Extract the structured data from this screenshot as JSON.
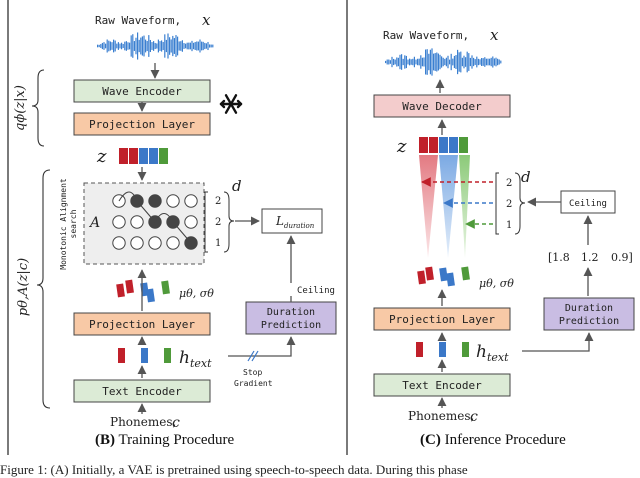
{
  "training": {
    "raw_waveform_label": "Raw Waveform,",
    "raw_waveform_var": "x",
    "wave_encoder": "Wave Encoder",
    "projection_layer_top": "Projection Layer",
    "q_label": "qϕ(z|x)",
    "z_label": "z",
    "mas_label_line1": "Monotonic Alignment",
    "mas_label_line2": "search",
    "A_label": "A",
    "d_label": "d",
    "d_values": [
      "2",
      "2",
      "1"
    ],
    "l_duration": "L",
    "l_duration_sub": "duration",
    "ceiling": "Ceiling",
    "mu_sigma": "μθ, σθ",
    "projection_layer_bottom": "Projection Layer",
    "duration_prediction_line1": "Duration",
    "duration_prediction_line2": "Prediction",
    "h_text": "h",
    "h_text_sub": "text",
    "stop_gradient_line1": "Stop",
    "stop_gradient_line2": "Gradient",
    "text_encoder": "Text Encoder",
    "phonemes": "Phonemes,",
    "phonemes_var": "c",
    "p_label": "pθ,A(z|c)",
    "caption_letter": "(B)",
    "caption_text": " Training Procedure"
  },
  "inference": {
    "raw_waveform_label": "Raw Waveform,",
    "raw_waveform_var": "x",
    "wave_decoder": "Wave Decoder",
    "z_label": "z",
    "d_label": "d",
    "d_values": [
      "2",
      "2",
      "1"
    ],
    "ceiling": "Ceiling",
    "durations": [
      "[1.8",
      "1.2",
      "0.9]"
    ],
    "mu_sigma": "μθ, σθ",
    "projection_layer": "Projection Layer",
    "duration_prediction_line1": "Duration",
    "duration_prediction_line2": "Prediction",
    "h_text": "h",
    "h_text_sub": "text",
    "text_encoder": "Text Encoder",
    "phonemes": "Phonemes,",
    "phonemes_var": "c",
    "caption_letter": "(C)",
    "caption_text": " Inference Procedure"
  },
  "figure_caption_fragment": "Figure 1: (A) Initially, a VAE is pretrained using speech-to-speech data. During this phase",
  "colors": {
    "green_box": "#dcebd6",
    "orange_box": "#f8c9a6",
    "pink_box": "#f3cccc",
    "purple_box": "#c9bde3",
    "red": "#c0202a",
    "blue": "#3b78c8",
    "green": "#4f9a3a",
    "wave_blue": "#3a7fd0"
  },
  "icons": [
    "snowflake-icon",
    "waveform-icon"
  ]
}
